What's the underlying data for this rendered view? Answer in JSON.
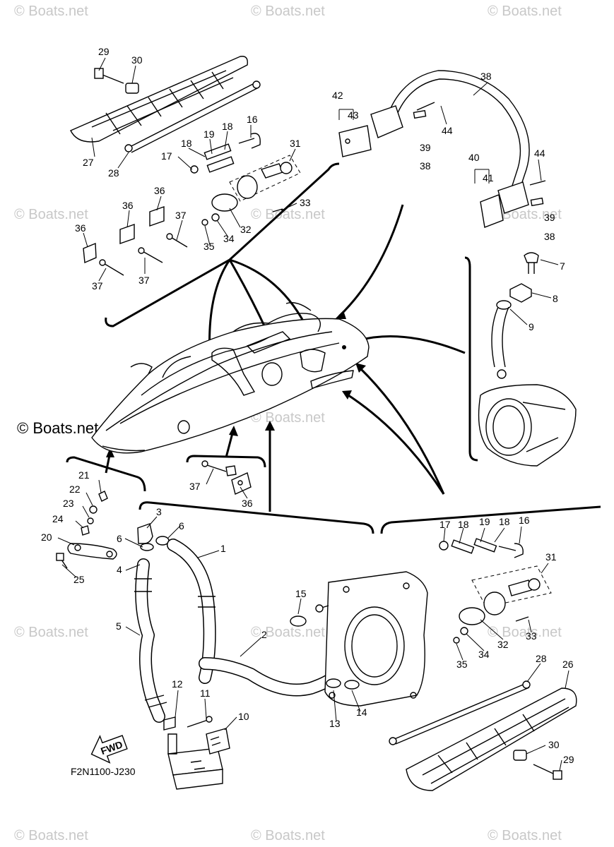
{
  "diagram": {
    "code": "F2N1100-J230",
    "fwd_label": "FWD",
    "watermark": "© Boats.net",
    "callouts": {
      "c29a": "29",
      "c30a": "30",
      "c27": "27",
      "c28a": "28",
      "c16a": "16",
      "c18a": "18",
      "c19a": "19",
      "c18b": "18",
      "c17a": "17",
      "c31a": "31",
      "c33a": "33",
      "c32a": "32",
      "c34a": "34",
      "c35a": "35",
      "c36a": "36",
      "c36b": "36",
      "c36c": "36",
      "c37a": "37",
      "c37b": "37",
      "c37c": "37",
      "c42": "42",
      "c43": "43",
      "c38a": "38",
      "c44a": "44",
      "c39a": "39",
      "c38b": "38",
      "c40": "40",
      "c41": "41",
      "c44b": "44",
      "c39b": "39",
      "c38c": "38",
      "c7": "7",
      "c8": "8",
      "c9": "9",
      "c21": "21",
      "c22": "22",
      "c23": "23",
      "c24": "24",
      "c20": "20",
      "c25": "25",
      "c37d": "37",
      "c36d": "36",
      "c3": "3",
      "c6a": "6",
      "c6b": "6",
      "c4": "4",
      "c1": "1",
      "c5": "5",
      "c2": "2",
      "c15": "15",
      "c13": "13",
      "c14": "14",
      "c12": "12",
      "c11": "11",
      "c10": "10",
      "c17b": "17",
      "c18c": "18",
      "c19b": "19",
      "c18d": "18",
      "c16b": "16",
      "c31b": "31",
      "c33b": "33",
      "c32b": "32",
      "c34b": "34",
      "c35b": "35",
      "c28b": "28",
      "c26": "26",
      "c30b": "30",
      "c29b": "29"
    }
  }
}
